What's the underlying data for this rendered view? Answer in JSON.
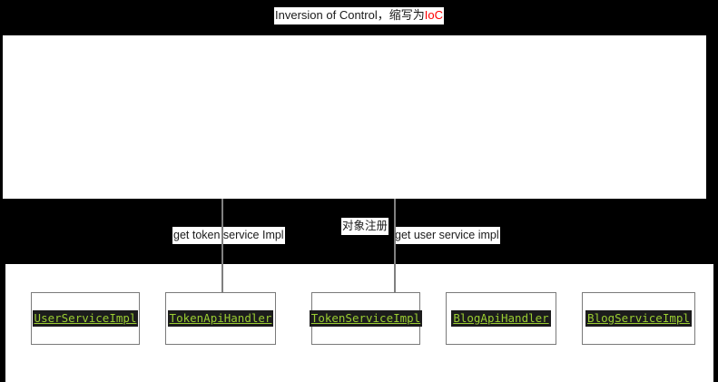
{
  "title": {
    "text_main": "Inversion of Control，缩写为",
    "text_accent": "IoC",
    "accent_color": "#ff0000"
  },
  "edge_labels": [
    {
      "id": "get-token-service",
      "text": "get token service Impl"
    },
    {
      "id": "object-register",
      "text": "对象注册"
    },
    {
      "id": "get-user-service",
      "text": "get user service impl"
    }
  ],
  "components": [
    {
      "name": "UserServiceImpl"
    },
    {
      "name": "TokenApiHandler"
    },
    {
      "name": "TokenServiceImpl"
    },
    {
      "name": "BlogApiHandler"
    },
    {
      "name": "BlogServiceImpl"
    }
  ],
  "colors": {
    "background": "#000000",
    "panel": "#ffffff",
    "component_text": "#9acd32",
    "component_text_bg": "#1c1c1c",
    "connector": "#808080",
    "box_border": "#7a7a7a"
  }
}
